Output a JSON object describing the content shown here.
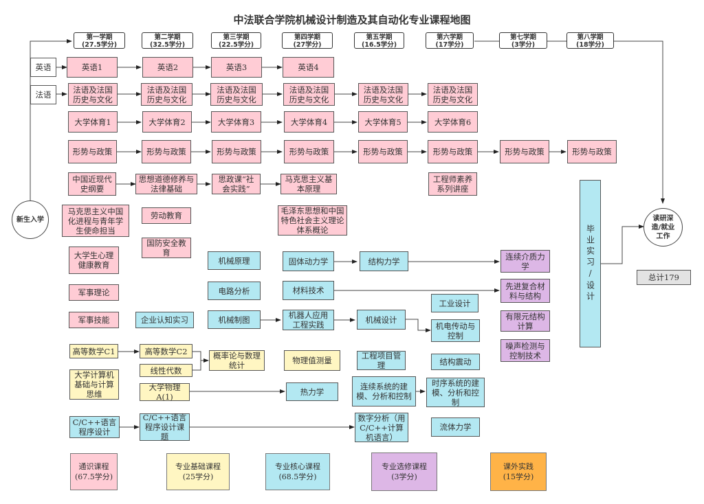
{
  "title": "中法联合学院机械设计制造及其自动化专业课程地图",
  "semesters": [
    {
      "name": "第一学期",
      "credits": "(27.5学分)"
    },
    {
      "name": "第二学期",
      "credits": "(32.5学分)"
    },
    {
      "name": "第三学期",
      "credits": "(22.5学分)"
    },
    {
      "name": "第四学期",
      "credits": "(27学分)"
    },
    {
      "name": "第五学期",
      "credits": "(16.5学分)"
    },
    {
      "name": "第六学期",
      "credits": "(17学分)"
    },
    {
      "name": "第七学期",
      "credits": "(3学分)"
    },
    {
      "name": "第八学期",
      "credits": "(18学分)"
    }
  ],
  "start_node": "新生入学",
  "end_node": "读研深造/就业工作",
  "row_labels": {
    "english": "英语",
    "french": "法语"
  },
  "courses": {
    "english": [
      "英语1",
      "英语2",
      "英语3",
      "英语4"
    ],
    "french": [
      "法语及法国历史与文化",
      "法语及法国历史与文化",
      "法语及法国历史与文化",
      "法语及法国历史与文化",
      "法语及法国历史与文化",
      "法语及法国历史与文化"
    ],
    "pe": [
      "大学体育1",
      "大学体育2",
      "大学体育3",
      "大学体育4",
      "大学体育5",
      "大学体育6"
    ],
    "policy": [
      "形势与政策",
      "形势与政策",
      "形势与政策",
      "形势与政策",
      "形势与政策",
      "形势与政策",
      "形势与政策",
      "形势与政策"
    ],
    "politics": [
      "中国近现代史纲要",
      "思想道德修养与法律基础",
      "思政课“社会实践”",
      "马克思主义基本原理"
    ],
    "engineer_lecture": "工程师素养系列讲座",
    "marxism_china": "马克思主义中国化进程与青年学生使命担当",
    "labor": "劳动教育",
    "mao": "毛泽东思想和中国特色社会主义理论体系概论",
    "defense": "国防安全教育",
    "psych": "大学生心理健康教育",
    "mil_theory": "军事理论",
    "mil_skill": "军事技能",
    "enterprise": "企业认知实习",
    "mech_principle": "机械原理",
    "circuit": "电路分析",
    "mech_drawing": "机械制图",
    "solid_dynamics": "固体动力学",
    "materials": "材料技术",
    "robot": "机器人应用工程实践",
    "structural": "结构力学",
    "mech_design": "机械设计",
    "industrial_design": "工业设计",
    "electromech": "机电传动与控制",
    "continuum": "连续介质力学",
    "composites": "先进复合材料与结构",
    "fem": "有限元结构计算",
    "noise": "噪声检测与控制技术",
    "calc1": "高等数学C1",
    "calc2": "高等数学C2",
    "linear": "线性代数",
    "probability": "概率论与数理统计",
    "phys_measure": "物理值测量",
    "computer_basics": "大学计算机基础与计算思维",
    "physics": "大学物理A(1)",
    "thermo": "热力学",
    "cpp1": "C/C++语言程序设计",
    "cpp2": "C/C++语言程序设计课题",
    "numerical": "数字分析（用C/C++计算机语言）",
    "project_mgmt": "工程项目管理",
    "struct_vib": "结构震动",
    "continuous_sys": "连续系统的建模、分析和控制",
    "discrete_sys": "时序系统的建模、分析和控制",
    "fluid": "流体力学",
    "graduation": "毕业实习/设计"
  },
  "total": "总计179",
  "legend": [
    {
      "name": "通识课程",
      "credits": "(67.5学分)",
      "color": "#ffccd5"
    },
    {
      "name": "专业基础课程",
      "credits": "(25学分)",
      "color": "#fff6c2"
    },
    {
      "name": "专业核心课程",
      "credits": "(68.5学分)",
      "color": "#b3e8f2"
    },
    {
      "name": "专业选修课程",
      "credits": "(3学分)",
      "color": "#ddb7e6"
    },
    {
      "name": "课外实践",
      "credits": "(15学分)",
      "color": "#ffb347"
    }
  ]
}
